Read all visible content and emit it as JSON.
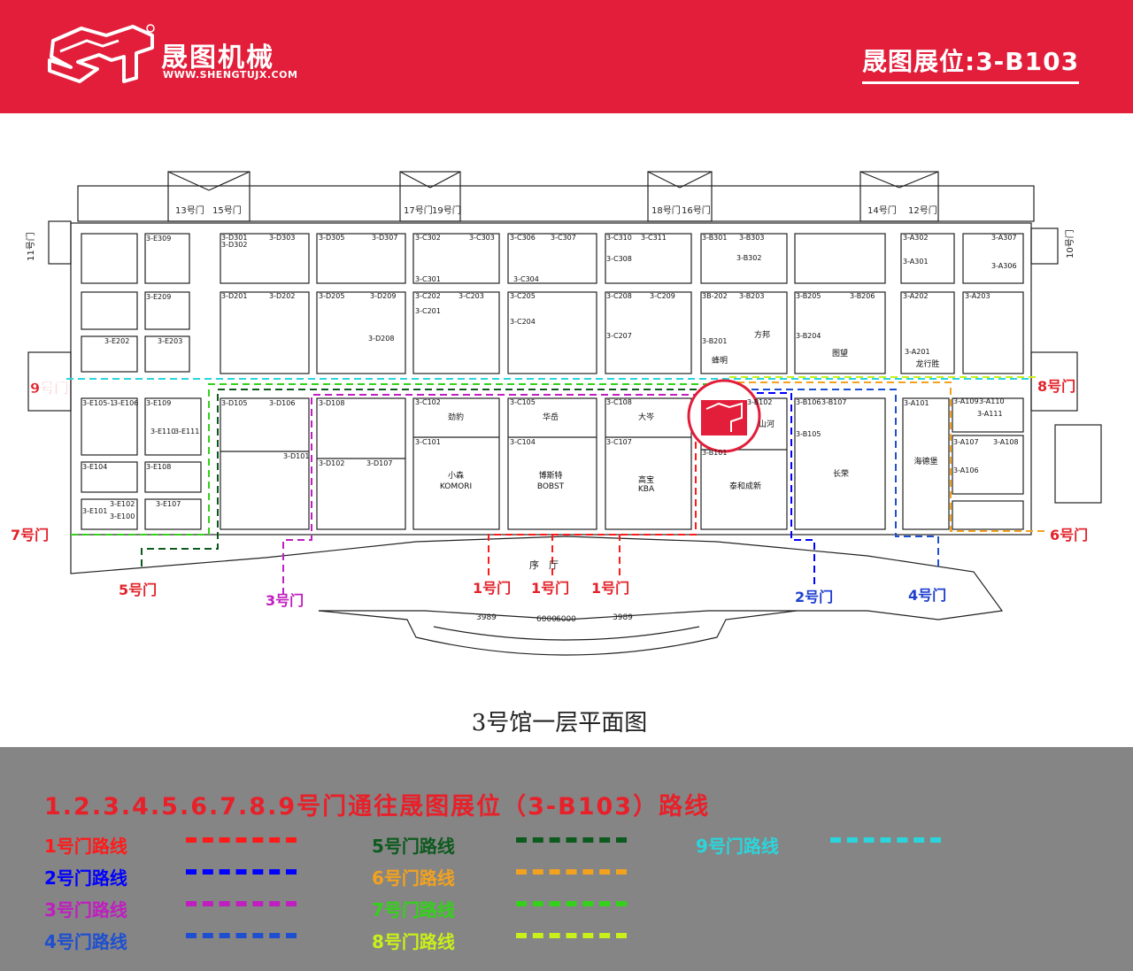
{
  "header": {
    "brand_name": "晟图机械",
    "brand_url": "WWW.SHENGTUJX.COM",
    "booth_label": "晟图展位:3-B103",
    "bg_color": "#e21e3a"
  },
  "map": {
    "caption": "3号馆一层平面图",
    "doors": {
      "d1": "1号门",
      "d2": "2号门",
      "d3": "3号门",
      "d4": "4号门",
      "d5": "5号门",
      "d6": "6号门",
      "d7": "7号门",
      "d8": "8号门",
      "d9": "9号门",
      "top1": "13号门",
      "top2": "15号门",
      "top3": "17号门",
      "top4": "19号门",
      "top5": "18号门",
      "top6": "16号门",
      "top7": "14号门",
      "top8": "12号门",
      "side_l": "11号门",
      "side_r": "10号门"
    },
    "lobby": "序　厅",
    "dims": {
      "a": "3989",
      "b": "6000",
      "c": "6000",
      "d": "3989"
    },
    "booths": {
      "E309": "3-E309",
      "E209": "3-E209",
      "E202": "3-E202",
      "E203": "3-E203",
      "E106": "3-E106",
      "E109": "3-E109",
      "E110": "3-E110",
      "E111": "3-E111",
      "E104": "3-E104",
      "E108": "3-E108",
      "E101": "3-E101",
      "E102": "3-E102",
      "E100": "3-E100",
      "E107": "3-E107",
      "E105": "3-E105-1",
      "D301": "3-D301",
      "D302": "3-D302",
      "D303": "3-D303",
      "D305": "3-D305",
      "D307": "3-D307",
      "D201": "3-D201",
      "D202": "3-D202",
      "D205": "3-D205",
      "D209": "3-D209",
      "D208": "3-D208",
      "D105": "3-D105",
      "D106": "3-D106",
      "D101": "3-D101",
      "D108": "3-D108",
      "D102": "3-D102",
      "D107": "3-D107",
      "C302": "3-C302",
      "C303": "3-C303",
      "C301": "3-C301",
      "C306": "3-C306",
      "C307": "3-C307",
      "C304": "3-C304",
      "C310": "3-C310",
      "C311": "3-C311",
      "C308": "3-C308",
      "C202": "3-C202",
      "C203": "3-C203",
      "C201": "3-C201",
      "C205": "3-C205",
      "C204": "3-C204",
      "C208": "3-C208",
      "C209": "3-C209",
      "C207": "3-C207",
      "C102": "3-C102",
      "C101": "3-C101",
      "C105": "3-C105",
      "C104": "3-C104",
      "C108": "3-C108",
      "C107": "3-C107",
      "B301": "3-B301",
      "B303": "3-B303",
      "B302": "3-B302",
      "B202": "3B-202",
      "B203": "3-B203",
      "B201": "3-B201",
      "B205": "3-B205",
      "B206": "3-B206",
      "B204": "3-B204",
      "B102": "3-B102",
      "B101": "3-B101",
      "B106": "3-B106",
      "B107": "3-B107",
      "B105": "3-B105",
      "A302": "3-A302",
      "A301": "3-A301",
      "A307": "3-A307",
      "A306": "3-A306",
      "A202": "3-A202",
      "A203": "3-A203",
      "A201": "3-A201",
      "A101": "3-A101",
      "A109": "3-A109",
      "A110": "3-A110",
      "A111": "3-A111",
      "A107": "3-A107",
      "A108": "3-A108",
      "A106": "3-A106"
    },
    "companies": {
      "c1": "劲豹",
      "c2": "华岳",
      "c3": "大岑",
      "c4": "小森",
      "c4en": "KOMORI",
      "c5": "博斯特",
      "c5en": "BOBST",
      "c6": "高宝",
      "c6en": "KBA",
      "c7": "泰和成新",
      "c8": "长荣",
      "c9": "山河",
      "c10": "方邦",
      "c11": "蜂明",
      "c12": "图望",
      "c13": "龙行胜",
      "c14": "海德堡"
    }
  },
  "legend": {
    "title": "1.2.3.4.5.6.7.8.9号门通往晟图展位（3-B103）路线",
    "title_color": "#e8202a",
    "routes": [
      {
        "label": "1号门路线",
        "color": "#ff1a1a"
      },
      {
        "label": "2号门路线",
        "color": "#0000ff"
      },
      {
        "label": "3号门路线",
        "color": "#c01ec0"
      },
      {
        "label": "4号门路线",
        "color": "#1e4fd0"
      },
      {
        "label": "5号门路线",
        "color": "#0c5a1e"
      },
      {
        "label": "6号门路线",
        "color": "#f2a21e"
      },
      {
        "label": "7号门路线",
        "color": "#33d11a"
      },
      {
        "label": "8号门路线",
        "color": "#c8f01a"
      },
      {
        "label": "9号门路线",
        "color": "#2ad6dc"
      }
    ]
  }
}
